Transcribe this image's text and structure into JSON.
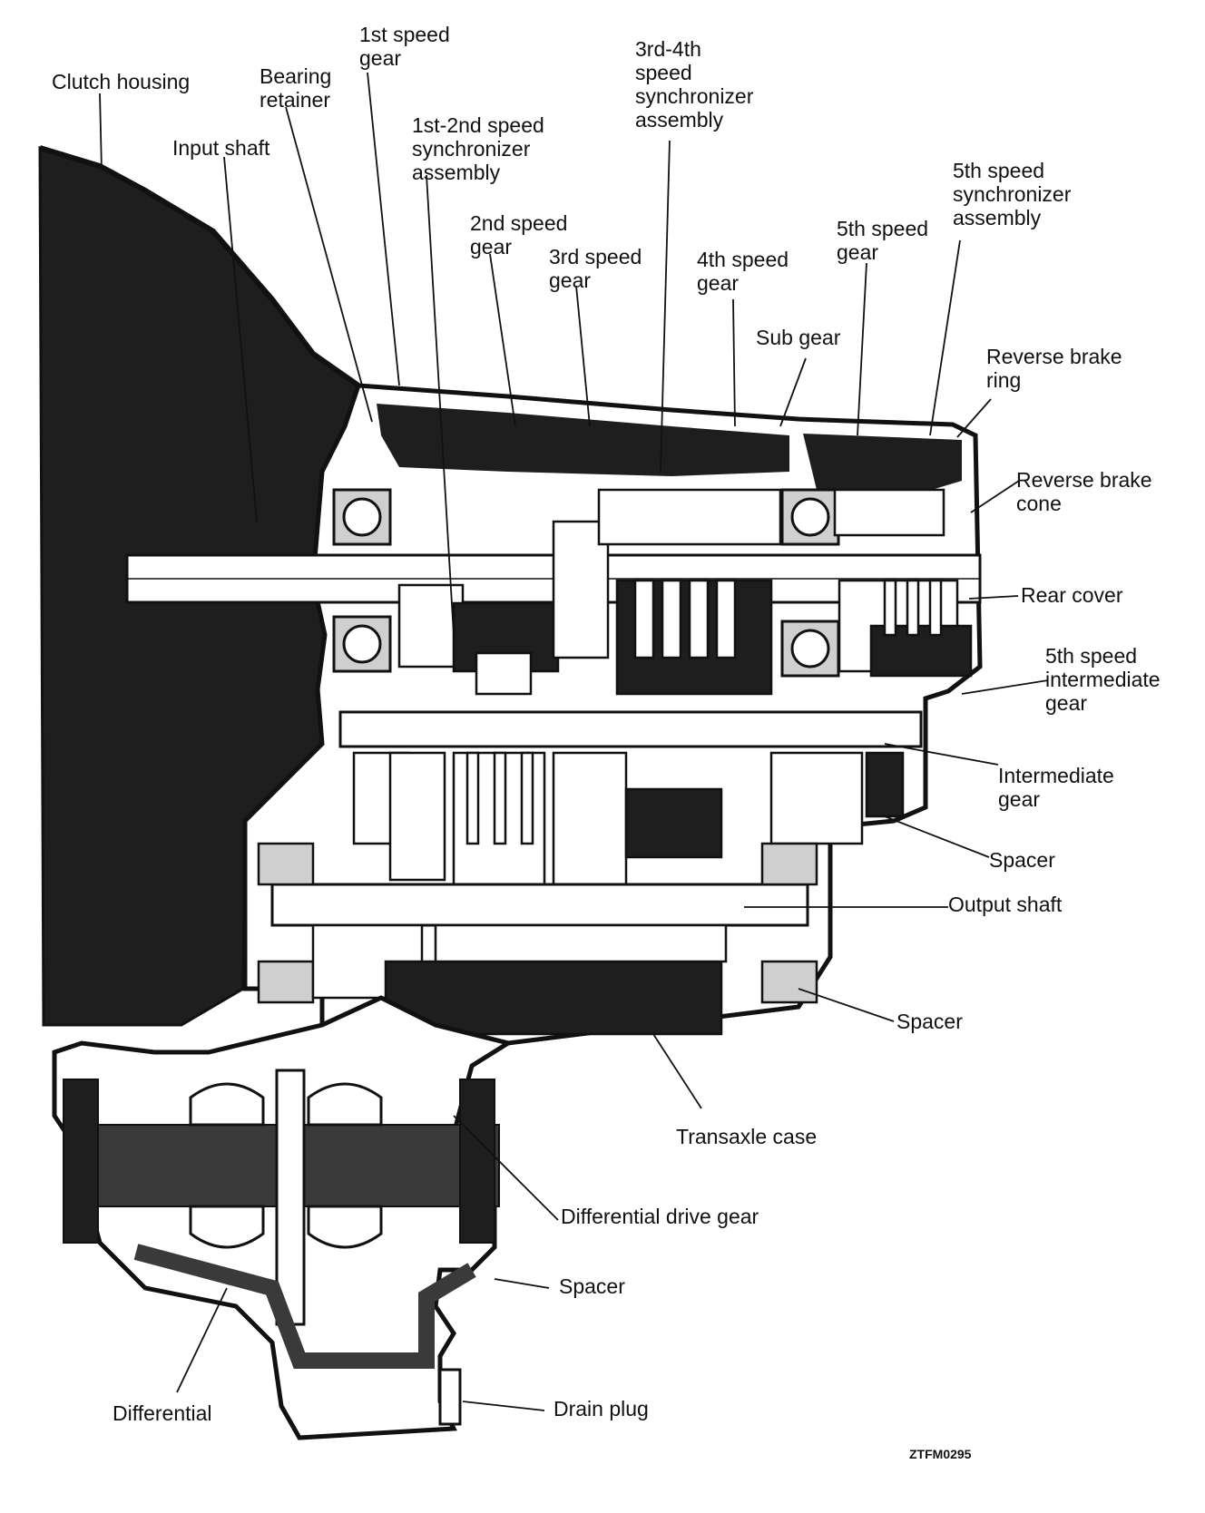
{
  "labels": {
    "clutch_housing": "Clutch housing",
    "input_shaft": "Input shaft",
    "bearing_retainer": "Bearing\nretainer",
    "first_speed_gear": "1st speed\ngear",
    "sync_1_2": "1st-2nd speed\nsynchronizer\nassembly",
    "sync_3_4": "3rd-4th\nspeed\nsynchronizer\nassembly",
    "second_speed_gear": "2nd speed\ngear",
    "third_speed_gear": "3rd speed\ngear",
    "fourth_speed_gear": "4th speed\ngear",
    "fifth_speed_gear": "5th speed\ngear",
    "sync_5": "5th speed\nsynchronizer\nassembly",
    "sub_gear": "Sub gear",
    "reverse_brake_ring": "Reverse brake\nring",
    "reverse_brake_cone": "Reverse brake\ncone",
    "rear_cover": "Rear cover",
    "fifth_intermediate_gear": "5th speed\nintermediate\ngear",
    "intermediate_gear": "Intermediate\ngear",
    "spacer_1": "Spacer",
    "output_shaft": "Output shaft",
    "spacer_2": "Spacer",
    "transaxle_case": "Transaxle case",
    "differential_drive_gear": "Differential drive gear",
    "spacer_3": "Spacer",
    "drain_plug": "Drain plug",
    "differential": "Differential"
  },
  "figure_code": "ZTFM0295",
  "colors": {
    "ink": "#111111",
    "shade": "#1e1e1e",
    "mid": "#3a3a3a",
    "paper": "#ffffff"
  }
}
